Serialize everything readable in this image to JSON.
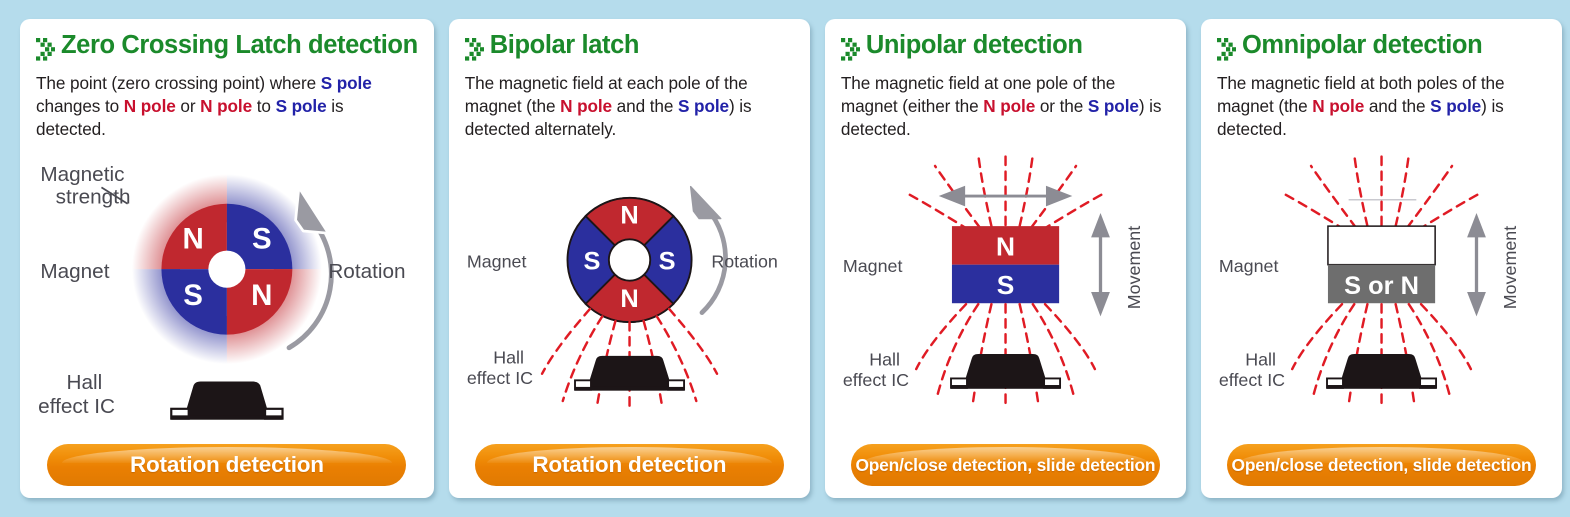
{
  "background_color": "#b5dcec",
  "accent_colors": {
    "title_green": "#1b8a2b",
    "n_pole_red": "#c8102e",
    "s_pole_blue": "#2222a8",
    "magnet_red": "#c0282f",
    "magnet_blue": "#2b2f9e",
    "pill_orange": "#ee8b07",
    "field_line_red": "#e01b24",
    "arrow_gray": "#8c8c94",
    "ic_black": "#1c1517",
    "gray_block": "#6e6e6e"
  },
  "panels": [
    {
      "id": "zero-crossing-latch",
      "title": "Zero Crossing Latch detection",
      "bullet_icon": "double-chevron-icon",
      "description_parts": [
        {
          "text": "The point (zero crossing point) where ",
          "style": "normal"
        },
        {
          "text": "S pole",
          "style": "s"
        },
        {
          "text": " changes to ",
          "style": "normal"
        },
        {
          "text": "N pole",
          "style": "n"
        },
        {
          "text": " or ",
          "style": "normal"
        },
        {
          "text": "N pole",
          "style": "n"
        },
        {
          "text": " to ",
          "style": "normal"
        },
        {
          "text": "S pole",
          "style": "s"
        },
        {
          "text": " is detected.",
          "style": "normal"
        }
      ],
      "figure": {
        "type": "ring-magnet-wheel",
        "labels": {
          "magnetic_strength": "Magnetic\nstrength",
          "magnet": "Magnet",
          "rotation": "Rotation",
          "hall_ic": "Hall\neffect IC"
        },
        "poles": [
          "N",
          "S",
          "S",
          "N"
        ],
        "pole_layout": "N top-left, S top-right, S bottom-left, N bottom-right",
        "has_halo": true,
        "has_field_lines": false,
        "rotation_arrow": "counter-clockwise-curved-arrow"
      },
      "pill_label": "Rotation detection",
      "pill_size": "large"
    },
    {
      "id": "bipolar-latch",
      "title": "Bipolar latch",
      "bullet_icon": "double-chevron-icon",
      "description_parts": [
        {
          "text": "The magnetic field at each pole of the magnet (the ",
          "style": "normal"
        },
        {
          "text": "N pole",
          "style": "n"
        },
        {
          "text": " and the ",
          "style": "normal"
        },
        {
          "text": "S pole",
          "style": "s"
        },
        {
          "text": ") is detected alternately.",
          "style": "normal"
        }
      ],
      "figure": {
        "type": "sector-magnet-wheel",
        "labels": {
          "magnet": "Magnet",
          "rotation": "Rotation",
          "hall_ic": "Hall\neffect IC"
        },
        "poles": [
          "N",
          "S",
          "S",
          "N"
        ],
        "pole_layout": "N top, S left, S right, N bottom",
        "has_halo": false,
        "has_field_lines": true,
        "rotation_arrow": "counter-clockwise-curved-arrow"
      },
      "pill_label": "Rotation detection",
      "pill_size": "large"
    },
    {
      "id": "unipolar-detection",
      "title": "Unipolar detection",
      "bullet_icon": "double-chevron-icon",
      "description_parts": [
        {
          "text": "The magnetic field at one pole of the magnet (either the ",
          "style": "normal"
        },
        {
          "text": "N pole",
          "style": "n"
        },
        {
          "text": " or the ",
          "style": "normal"
        },
        {
          "text": "S pole",
          "style": "s"
        },
        {
          "text": ") is detected.",
          "style": "normal"
        }
      ],
      "figure": {
        "type": "bar-magnet",
        "labels": {
          "magnet": "Magnet",
          "movement": "Movement",
          "hall_ic": "Hall\neffect IC"
        },
        "top_block_label": "N",
        "bottom_block_label": "S",
        "top_block_color": "#c0282f",
        "bottom_block_color": "#2b2f9e",
        "has_field_lines": true,
        "horizontal_arrow": "double-headed-horizontal-arrow",
        "vertical_arrow": "double-headed-vertical-arrow"
      },
      "pill_label": "Open/close detection, slide detection",
      "pill_size": "small"
    },
    {
      "id": "omnipolar-detection",
      "title": "Omnipolar detection",
      "bullet_icon": "double-chevron-icon",
      "description_parts": [
        {
          "text": "The magnetic field at both poles of the magnet (the ",
          "style": "normal"
        },
        {
          "text": "N pole",
          "style": "n"
        },
        {
          "text": " and the ",
          "style": "normal"
        },
        {
          "text": "S pole",
          "style": "s"
        },
        {
          "text": ") is detected.",
          "style": "normal"
        }
      ],
      "figure": {
        "type": "bar-magnet",
        "labels": {
          "magnet": "Magnet",
          "movement": "Movement",
          "hall_ic": "Hall\neffect IC"
        },
        "top_block_label": "",
        "bottom_block_label": "S or N",
        "top_block_color": "#ffffff",
        "bottom_block_color": "#6e6e6e",
        "has_field_lines": true,
        "horizontal_arrow": "none",
        "vertical_arrow": "double-headed-vertical-arrow"
      },
      "pill_label": "Open/close detection, slide detection",
      "pill_size": "small"
    }
  ]
}
